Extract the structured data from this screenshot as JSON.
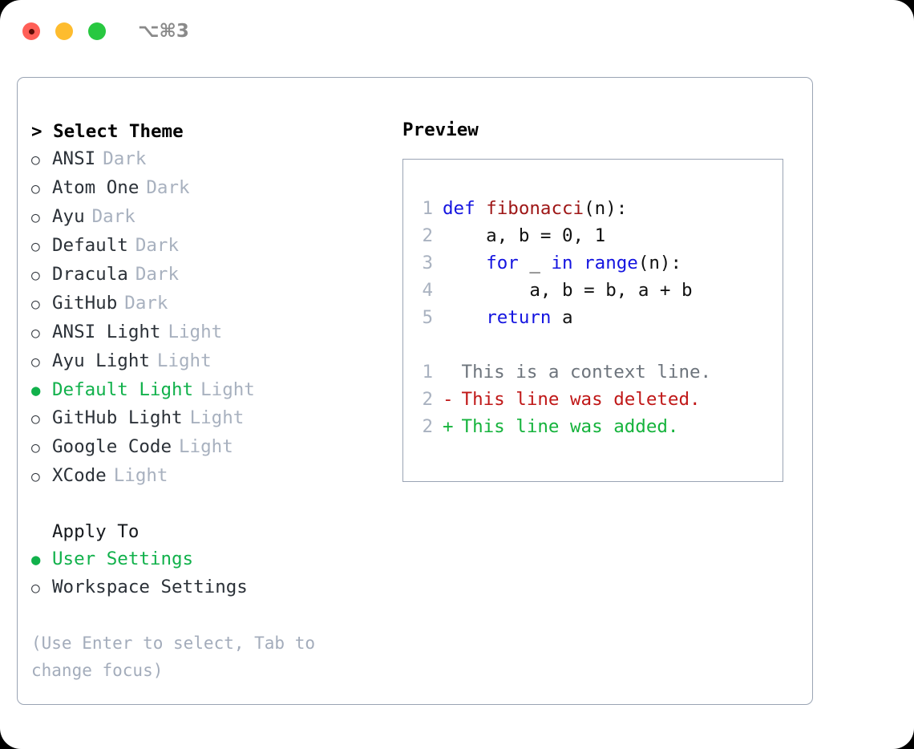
{
  "titlebar": {
    "shortcut": "⌥⌘3",
    "buttons": [
      {
        "name": "close",
        "color": "#ff5f57"
      },
      {
        "name": "minimize",
        "color": "#febc2e"
      },
      {
        "name": "maximize",
        "color": "#28c840"
      }
    ]
  },
  "theme_list": {
    "header": "> Select Theme",
    "items": [
      {
        "marker": "○",
        "name": "ANSI",
        "tag": "Dark",
        "selected": false
      },
      {
        "marker": "○",
        "name": "Atom One",
        "tag": "Dark",
        "selected": false
      },
      {
        "marker": "○",
        "name": "Ayu",
        "tag": "Dark",
        "selected": false
      },
      {
        "marker": "○",
        "name": "Default",
        "tag": "Dark",
        "selected": false
      },
      {
        "marker": "○",
        "name": "Dracula",
        "tag": "Dark",
        "selected": false
      },
      {
        "marker": "○",
        "name": "GitHub",
        "tag": "Dark",
        "selected": false
      },
      {
        "marker": "○",
        "name": "ANSI Light",
        "tag": "Light",
        "selected": false
      },
      {
        "marker": "○",
        "name": "Ayu Light",
        "tag": "Light",
        "selected": false
      },
      {
        "marker": "●",
        "name": "Default Light",
        "tag": "Light",
        "selected": true
      },
      {
        "marker": "○",
        "name": "GitHub Light",
        "tag": "Light",
        "selected": false
      },
      {
        "marker": "○",
        "name": "Google Code",
        "tag": "Light",
        "selected": false
      },
      {
        "marker": "○",
        "name": "XCode",
        "tag": "Light",
        "selected": false
      }
    ]
  },
  "apply_to": {
    "header": "Apply To",
    "items": [
      {
        "marker": "●",
        "name": "User Settings",
        "selected": true
      },
      {
        "marker": "○",
        "name": "Workspace Settings",
        "selected": false
      }
    ]
  },
  "hint": "(Use Enter to select, Tab to change focus)",
  "preview": {
    "title": "Preview",
    "code_lines": [
      {
        "no": "1",
        "tokens": [
          {
            "t": "def ",
            "c": "kw"
          },
          {
            "t": "fibonacci",
            "c": "fn"
          },
          {
            "t": "(n):",
            "c": "pl"
          }
        ]
      },
      {
        "no": "2",
        "tokens": [
          {
            "t": "    a, b = 0, 1",
            "c": "pl"
          }
        ]
      },
      {
        "no": "3",
        "tokens": [
          {
            "t": "    ",
            "c": "pl"
          },
          {
            "t": "for",
            "c": "kw"
          },
          {
            "t": " _ ",
            "c": "pl"
          },
          {
            "t": "in range",
            "c": "kw"
          },
          {
            "t": "(n):",
            "c": "pl"
          }
        ]
      },
      {
        "no": "4",
        "tokens": [
          {
            "t": "        a, b = b, a + b",
            "c": "pl"
          }
        ]
      },
      {
        "no": "5",
        "tokens": [
          {
            "t": "    ",
            "c": "pl"
          },
          {
            "t": "return",
            "c": "kw"
          },
          {
            "t": " a",
            "c": "pl"
          }
        ]
      }
    ],
    "diff_lines": [
      {
        "no": "1",
        "mark": " ",
        "text": "This is a context line.",
        "kind": "ctx"
      },
      {
        "no": "2",
        "mark": "-",
        "text": "This line was deleted.",
        "kind": "del"
      },
      {
        "no": "2",
        "mark": "+",
        "text": "This line was added.",
        "kind": "add"
      }
    ]
  },
  "colors": {
    "accent_green": "#11b14b",
    "border": "#9aa4b4",
    "muted": "#a8b1bf",
    "keyword": "#1414e0",
    "function": "#9e1616",
    "diff_add": "#15b33c",
    "diff_del": "#c01818"
  }
}
